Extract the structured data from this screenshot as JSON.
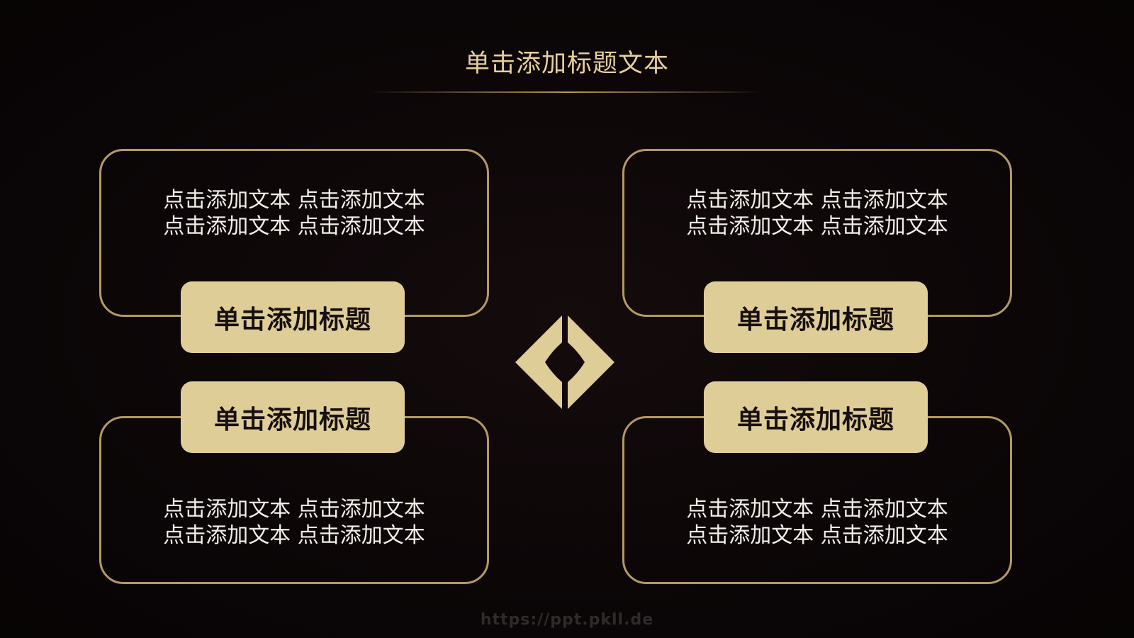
{
  "slide": {
    "title": "单击添加标题文本",
    "cards": [
      {
        "heading": "单击添加标题",
        "lines": [
          "点击添加文本 点击添加文本",
          "点击添加文本 点击添加文本"
        ]
      },
      {
        "heading": "单击添加标题",
        "lines": [
          "点击添加文本 点击添加文本",
          "点击添加文本 点击添加文本"
        ]
      },
      {
        "heading": "单击添加标题",
        "lines": [
          "点击添加文本 点击添加文本",
          "点击添加文本 点击添加文本"
        ]
      },
      {
        "heading": "单击添加标题",
        "lines": [
          "点击添加文本 点击添加文本",
          "点击添加文本 点击添加文本"
        ]
      }
    ],
    "center_icon": "diamond-icon",
    "watermark": "https://ppt.pkll.de"
  },
  "colors": {
    "background": "#0a0506",
    "gold_accent": "#dfcd98",
    "gold_border": "#b49964",
    "title_text": "#e6cf9d",
    "body_text": "#f2efe9",
    "pill_text": "#17100f"
  }
}
